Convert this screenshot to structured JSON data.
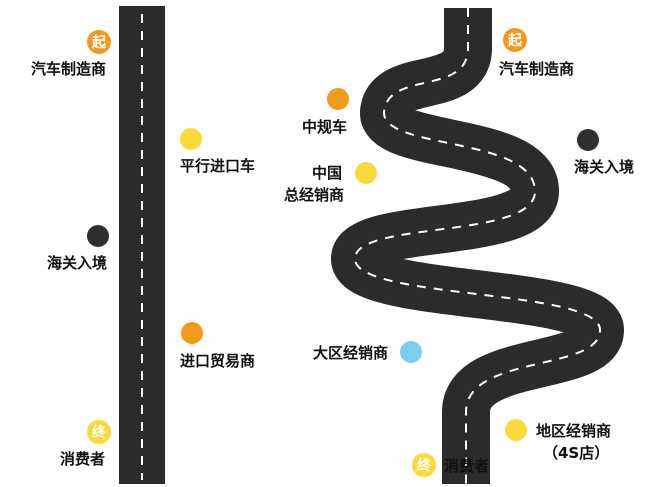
{
  "colors": {
    "road": "#2b2b2b",
    "lane": "#ffffff",
    "orange": "#f29a1d",
    "yellow": "#fcd93a",
    "dark": "#2f2f2f",
    "blue": "#7ccdf0"
  },
  "left": {
    "start_badge": "起",
    "start_label": "汽车制造商",
    "parallel": "平行进口车",
    "customs": "海关入境",
    "trader": "进口贸易商",
    "end_badge": "终",
    "consumer": "消费者"
  },
  "right": {
    "start_badge": "起",
    "start_label": "汽车制造商",
    "regular": "中规车",
    "customs": "海关入境",
    "national_1": "中国",
    "national_2": "总经销商",
    "regional": "大区经销商",
    "local_1": "地区经销商",
    "local_2": "（4S店）",
    "end_badge": "终",
    "consumer": "消费者"
  }
}
